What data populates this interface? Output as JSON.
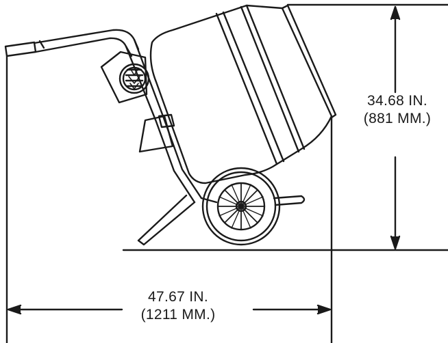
{
  "dimensions": {
    "height": {
      "imperial": "34.68 IN.",
      "metric": "(881 MM.)"
    },
    "width": {
      "imperial": "47.67 IN.",
      "metric": "(1211 MM.)"
    }
  },
  "colors": {
    "line": "#1a1a1a",
    "background": "#ffffff"
  }
}
